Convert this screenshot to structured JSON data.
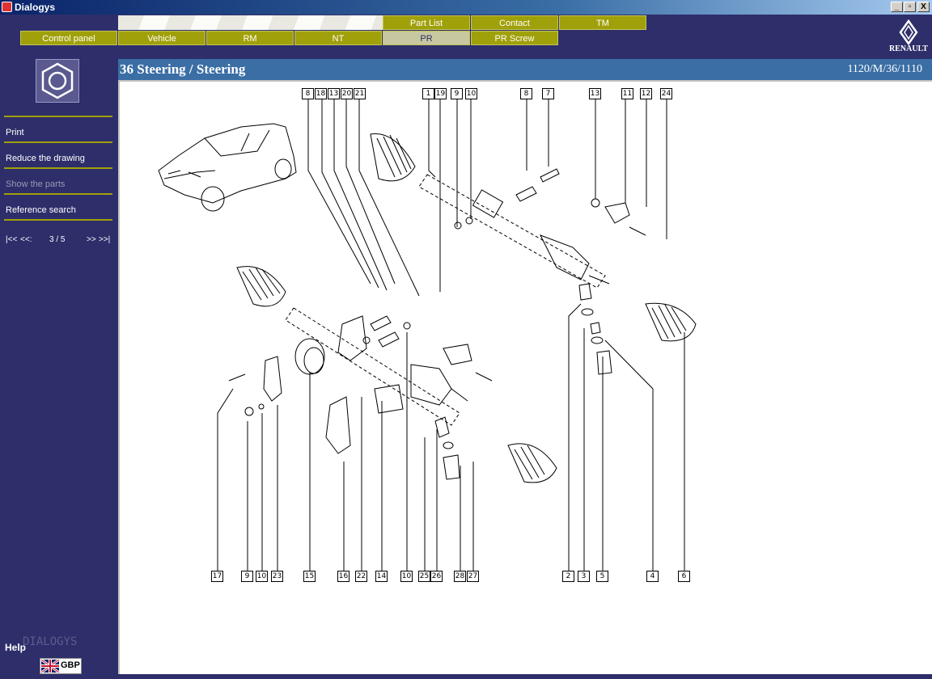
{
  "window": {
    "title": "Dialogys",
    "minimize": "_",
    "restore": "▫",
    "close": "X"
  },
  "nav": {
    "top_tabs": [
      "Part List",
      "Contact",
      "TM"
    ],
    "bottom_tabs": [
      "Control panel",
      "Vehicle",
      "RM",
      "NT",
      "PR",
      "PR Screw"
    ],
    "active_tab": "PR"
  },
  "brand": {
    "logo_text": "RENAULT"
  },
  "sidebar": {
    "menu": [
      {
        "label": "Print",
        "enabled": true
      },
      {
        "label": "Reduce the drawing",
        "enabled": true
      },
      {
        "label": "Show the parts",
        "enabled": false
      },
      {
        "label": "Reference search",
        "enabled": true
      }
    ],
    "pager": {
      "first": "|<<",
      "prev": "<<:",
      "position": "3 / 5",
      "next": ">>",
      "last": ">>|"
    },
    "help": "Help",
    "watermark": "DIALOGYS",
    "currency": "GBP"
  },
  "header": {
    "title": "36 Steering / Steering",
    "reference": "1120/M/36/1110"
  },
  "colors": {
    "app_bg": "#2e2e6b",
    "tab_olive": "#a0a00a",
    "tab_active": "#c8c8a0",
    "header_blue": "#3a6ea5",
    "menu_divider": "#a0a00a"
  },
  "drawing": {
    "top_labels": [
      "8",
      "18",
      "13",
      "20",
      "21",
      "1",
      "19",
      "9",
      "10",
      "8",
      "7",
      "13",
      "11",
      "12",
      "24"
    ],
    "bottom_labels": [
      "17",
      "9",
      "10",
      "23",
      "15",
      "16",
      "22",
      "14",
      "10",
      "25",
      "26",
      "28",
      "27",
      "2",
      "3",
      "5",
      "4",
      "6"
    ]
  }
}
